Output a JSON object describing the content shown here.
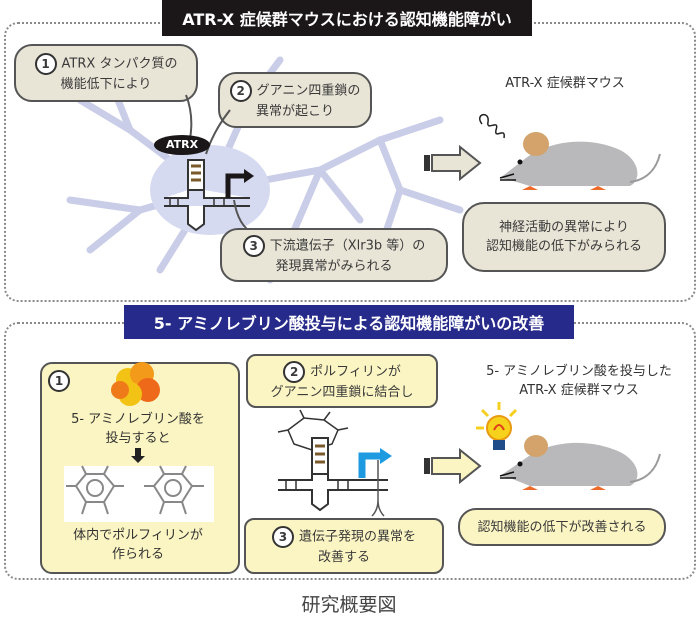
{
  "top_section": {
    "title": "ATR-X 症候群マウスにおける認知機能障がい",
    "step1": {
      "number": "1",
      "line1": "ATRX タンパク質の",
      "line2": "機能低下により"
    },
    "step2": {
      "number": "2",
      "line1": "グアニン四重鎖の",
      "line2": "異常が起こり"
    },
    "step3": {
      "number": "3",
      "line1": "下流遺伝子（Xlr3b 等）の",
      "line2": "発現異常がみられる"
    },
    "protein_label": "ATRX",
    "mouse_label": "ATR-X 症候群マウス",
    "result": {
      "line1": "神経活動の異常により",
      "line2": "認知機能の低下がみられる"
    }
  },
  "bottom_section": {
    "title": "5- アミノレブリン酸投与による認知機能障がいの改善",
    "step1": {
      "number": "1",
      "line1": "5- アミノレブリン酸を",
      "line2": "投与すると",
      "line3": "体内でポルフィリンが",
      "line4": "作られる"
    },
    "step2": {
      "number": "2",
      "line1": "ポルフィリンが",
      "line2": "グアニン四重鎖に結合し"
    },
    "step3": {
      "number": "3",
      "line1": "遺伝子発現の異常を",
      "line2": "改善する"
    },
    "mouse_label_line1": "5- アミノレブリン酸を投与した",
    "mouse_label_line2": "ATR-X 症候群マウス",
    "result": "認知機能の低下が改善される"
  },
  "caption": "研究概要図",
  "colors": {
    "top_header_bg": "#1b1718",
    "bottom_header_bg": "#262a8a",
    "beige_bubble": "#e8e4d6",
    "yellow_bubble": "#fbf5c3",
    "mouse_body": "#b9b9bb",
    "mouse_ear": "#d4a36b",
    "mouse_feet": "#ee6a2a",
    "blue_arrow": "#1e9be0"
  }
}
